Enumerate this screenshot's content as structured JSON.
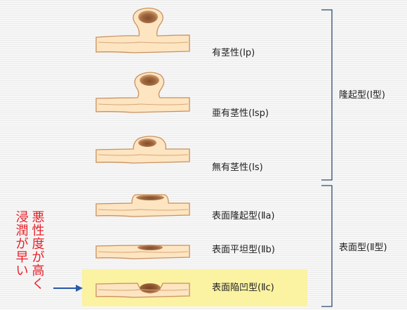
{
  "types": [
    {
      "label": "有茎性(Ⅰp)",
      "name": "pedunculated"
    },
    {
      "label": "亜有茎性(Ⅰsp)",
      "name": "semi-pedunculated"
    },
    {
      "label": "無有茎性(Ⅰs)",
      "name": "sessile"
    },
    {
      "label": "表面隆起型(Ⅱa)",
      "name": "superficial-elevated"
    },
    {
      "label": "表面平坦型(Ⅱb)",
      "name": "superficial-flat"
    },
    {
      "label": "表面陥凹型(Ⅱc)",
      "name": "superficial-depressed"
    }
  ],
  "groups": {
    "protruded": "隆起型(Ⅰ型)",
    "superficial": "表面型(Ⅱ型)"
  },
  "note": {
    "col_left": [
      "浸",
      "潤",
      "が",
      "早",
      "い"
    ],
    "col_right": [
      "悪",
      "性",
      "度",
      "が",
      "高",
      "く"
    ]
  },
  "colors": {
    "tissue_fill": "#fde5c2",
    "tissue_stroke": "#c9915e",
    "lesion": "#8a5530",
    "bracket": "#2b4d70",
    "highlight": "#fbf2a2",
    "note_text": "#e8202a",
    "arrow": "#2b5aa8"
  }
}
